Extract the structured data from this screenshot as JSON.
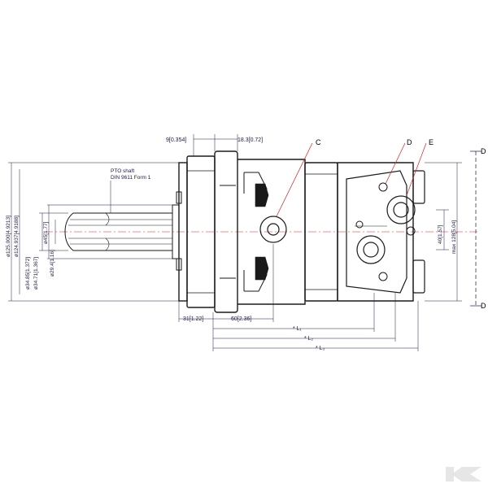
{
  "drawing": {
    "pto_note": [
      "PTO shaft",
      "DIN 9611 Form 1"
    ],
    "callouts": {
      "c": "C",
      "d": "D",
      "e": "E"
    },
    "section_marks": {
      "top": "D",
      "bottom": "D"
    },
    "dims_top": {
      "flange_thickness": "9[0.354]",
      "pilot_depth": "18.3[0.72]"
    },
    "dims_bottom": {
      "shaft_to_flange": "31[1.22]",
      "flange_to_port": "60[2.36]"
    },
    "dims_length": {
      "l1": "* L₁",
      "l2": "* L₂",
      "l3": "* L₃"
    },
    "dims_right": {
      "port_offset": "40[1.57]",
      "max_height": "max 128[5.04]"
    },
    "dims_left": {
      "d125": "ø125.000[4.9213]",
      "d124": "ø124.937[4.9188]",
      "d45": "ø45[1.77]",
      "d3485": "ø34.85[1.372]",
      "d3471": "ø34.71[1.367]",
      "d294": "ø29.4[1.16]"
    }
  },
  "colors": {
    "line": "#1a1a1a",
    "dim": "#1a1a4a",
    "center": "#cc2222",
    "logo": "#e6e6e6"
  },
  "icons": {
    "brand": "kramp-logo-icon"
  }
}
